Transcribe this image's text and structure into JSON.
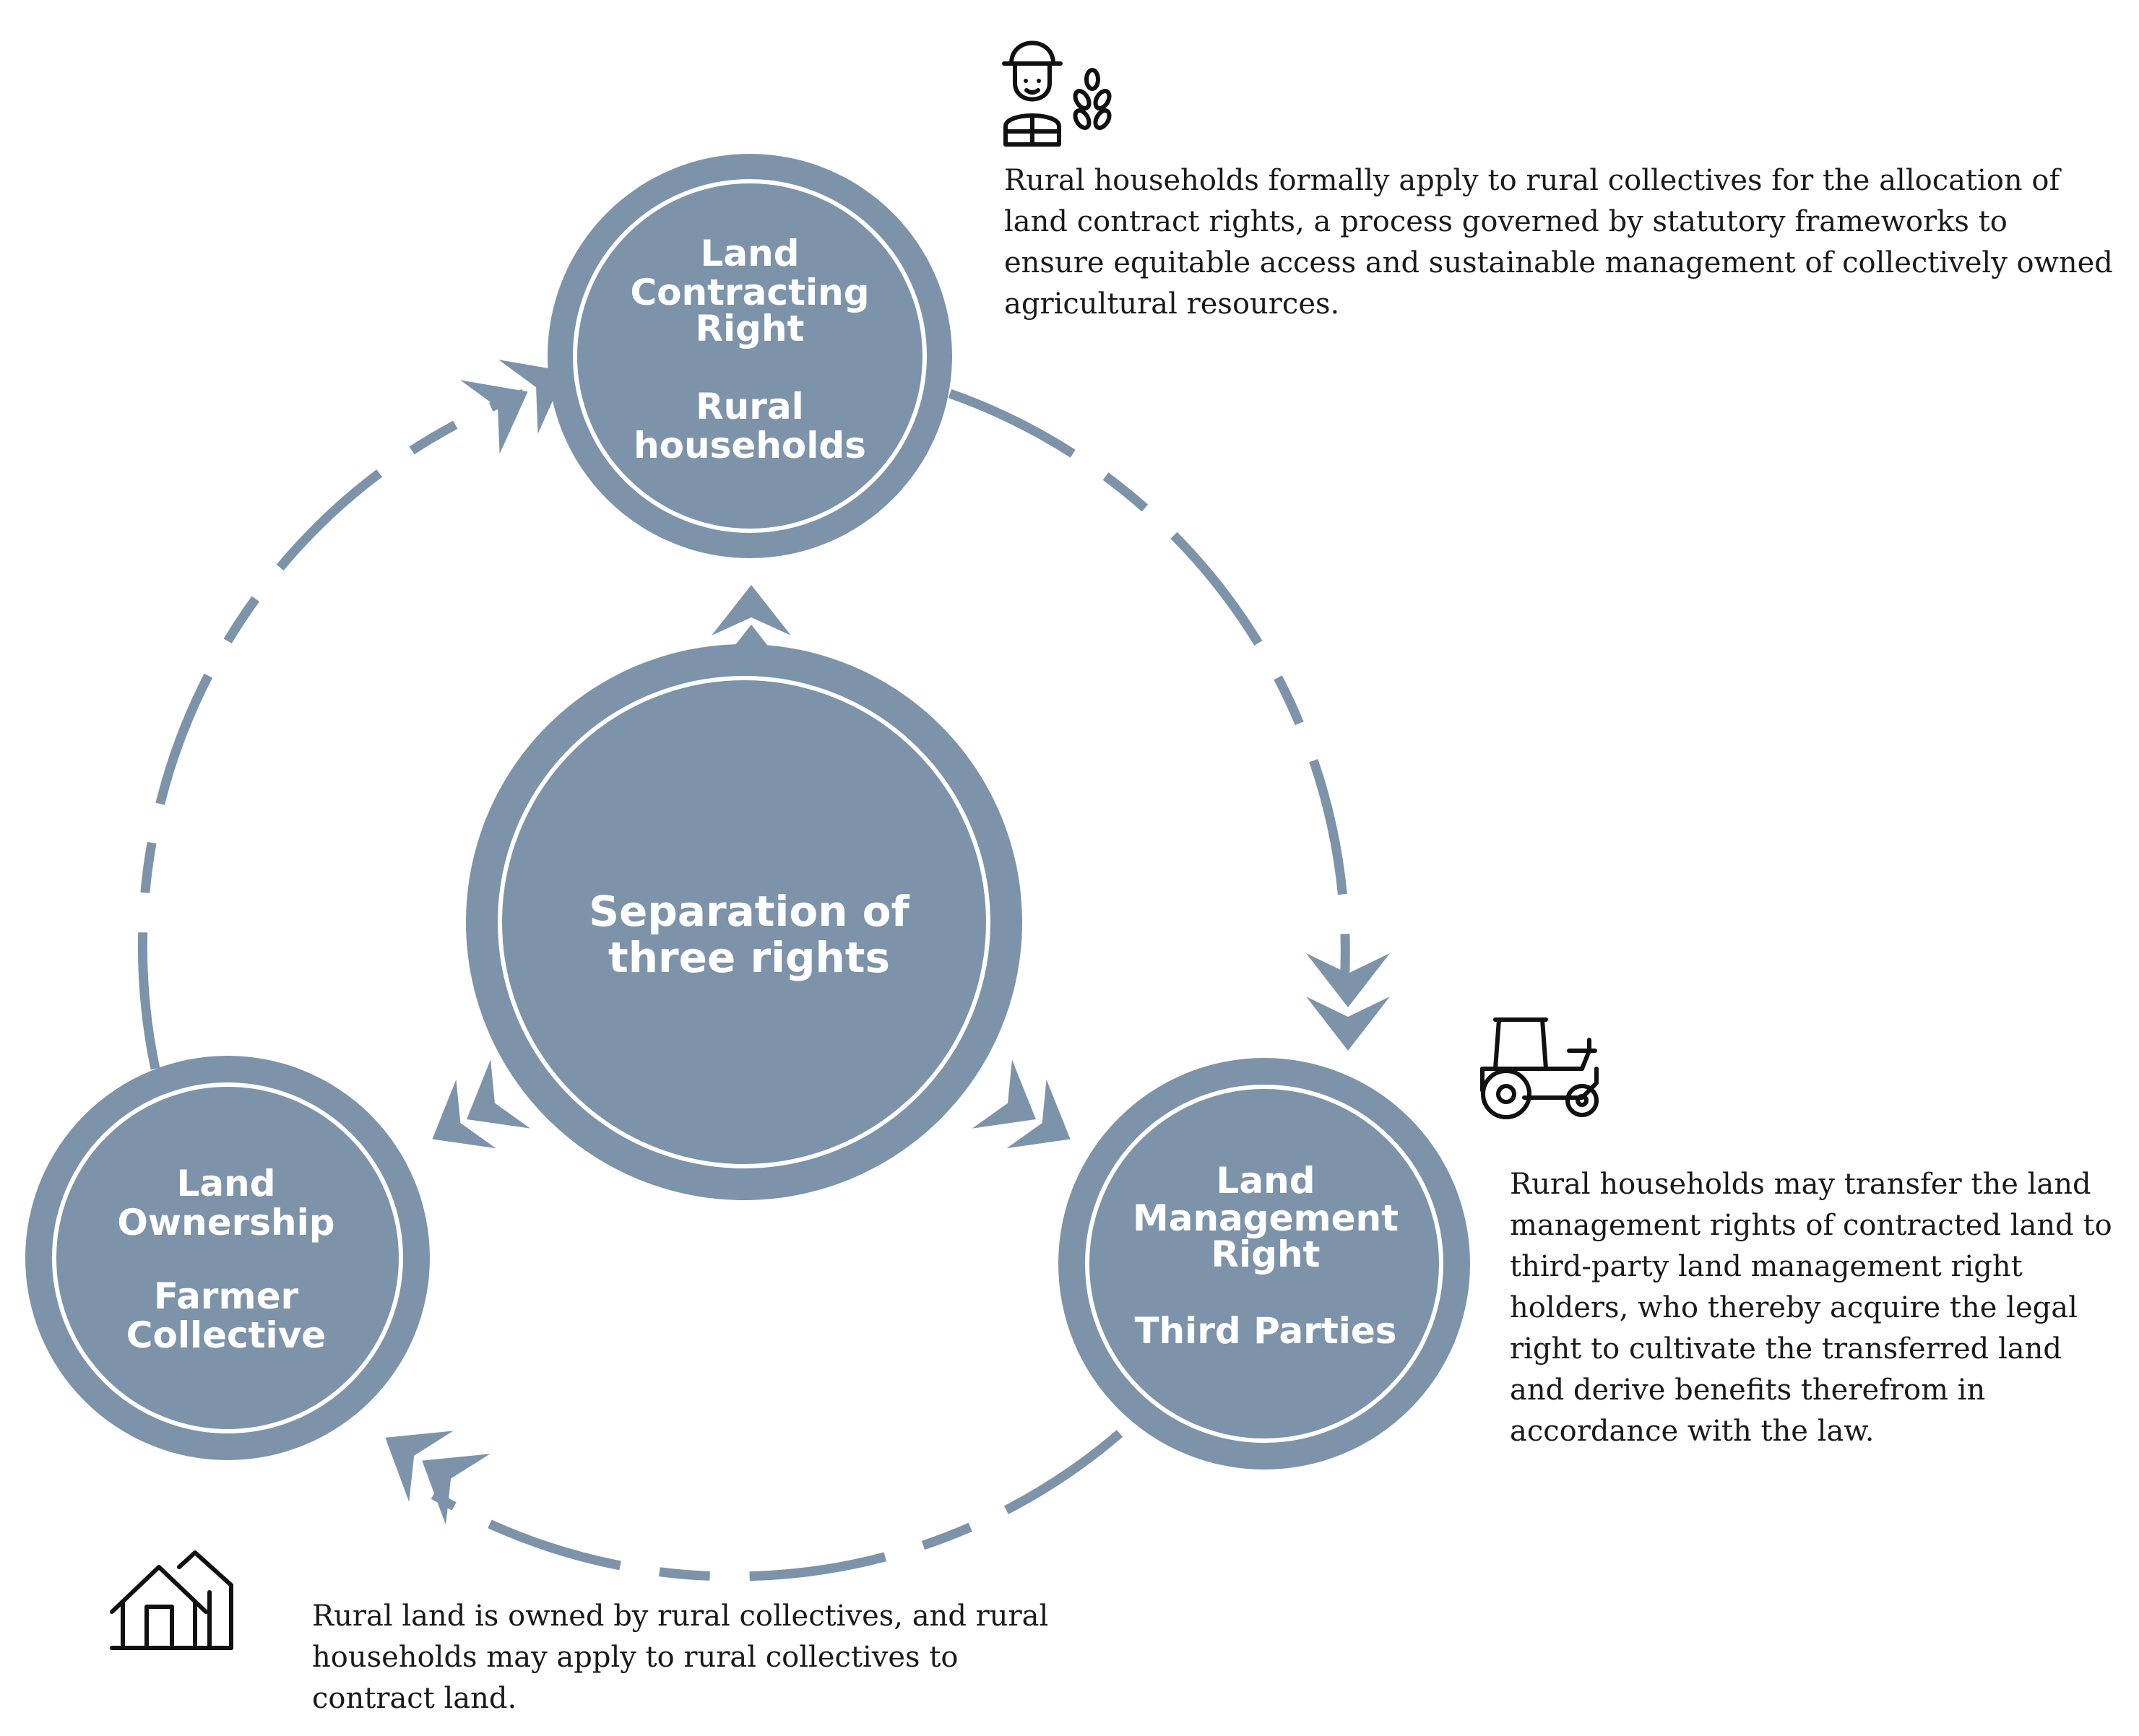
{
  "diagram": {
    "center": {
      "line1": "Separation of",
      "line2": "three rights"
    },
    "nodes": {
      "contracting": {
        "title": [
          "Land",
          "Contracting",
          "Right"
        ],
        "subtitle": [
          "Rural",
          "households"
        ],
        "icon": "farmer-icon"
      },
      "management": {
        "title": [
          "Land",
          "Management",
          "Right"
        ],
        "subtitle": [
          "Third Parties"
        ],
        "icon": "tractor-icon"
      },
      "ownership": {
        "title": [
          "Land",
          "Ownership"
        ],
        "subtitle": [
          "Farmer",
          "Collective"
        ],
        "icon": "house-icon"
      }
    },
    "descriptions": {
      "contracting": "Rural households formally apply to rural collectives for the allocation of land contract rights, a process governed by statutory frameworks to ensure equitable access and sustainable management of collectively owned agricultural resources.",
      "management": "Rural households may transfer the land management rights of contracted land to third-party land management right holders, who thereby acquire the legal right to cultivate the transferred land and derive benefits therefrom in accordance with the law.",
      "ownership": "Rural land is owned by rural collectives, and rural households may apply to rural collectives to contract land."
    },
    "colors": {
      "node": "#7d93aa",
      "text": "#ffffff",
      "ink": "#1a1a1a"
    }
  }
}
